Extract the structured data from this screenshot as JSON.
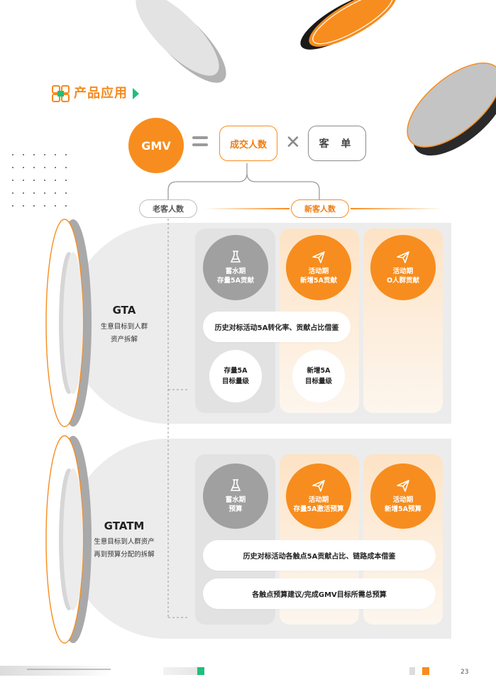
{
  "header": {
    "title": "产品应用"
  },
  "formula": {
    "gmv": "GMV",
    "deals": "成交人数",
    "price": "客 单",
    "old_customers": "老客人数",
    "new_customers": "新客人数"
  },
  "gta": {
    "title": "GTA",
    "desc_line1": "生意目标到人群",
    "desc_line2": "资产拆解",
    "col1_line1": "蓄水期",
    "col1_line2": "存量5A贡献",
    "col2_line1": "活动期",
    "col2_line2": "新增5A贡献",
    "col3_line1": "活动期",
    "col3_line2": "O人群贡献",
    "bar": "历史对标活动5A转化率、贡献占比借鉴",
    "sub1_line1": "存量5A",
    "sub1_line2": "目标量级",
    "sub2_line1": "新增5A",
    "sub2_line2": "目标量级"
  },
  "gtatm": {
    "title": "GTATM",
    "desc_line1": "生意目标到人群资产",
    "desc_line2": "再到预算分配的拆解",
    "col1_line1": "蓄水期",
    "col1_line2": "预算",
    "col2_line1": "活动期",
    "col2_line2": "存量5A激活预算",
    "col3_line1": "活动期",
    "col3_line2": "新增5A预算",
    "bar1": "历史对标活动各触点5A贡献占比、链路成本借鉴",
    "bar2": "各触点预算建议/完成GMV目标所需总预算"
  },
  "footer": {
    "page": "23"
  },
  "colors": {
    "orange": "#f78d1e",
    "green": "#1fbf7a",
    "gray": "#a0a0a0",
    "panel": "#ececec"
  },
  "icons": [
    "report-grid-icon",
    "beaker-icon",
    "paper-plane-icon"
  ]
}
